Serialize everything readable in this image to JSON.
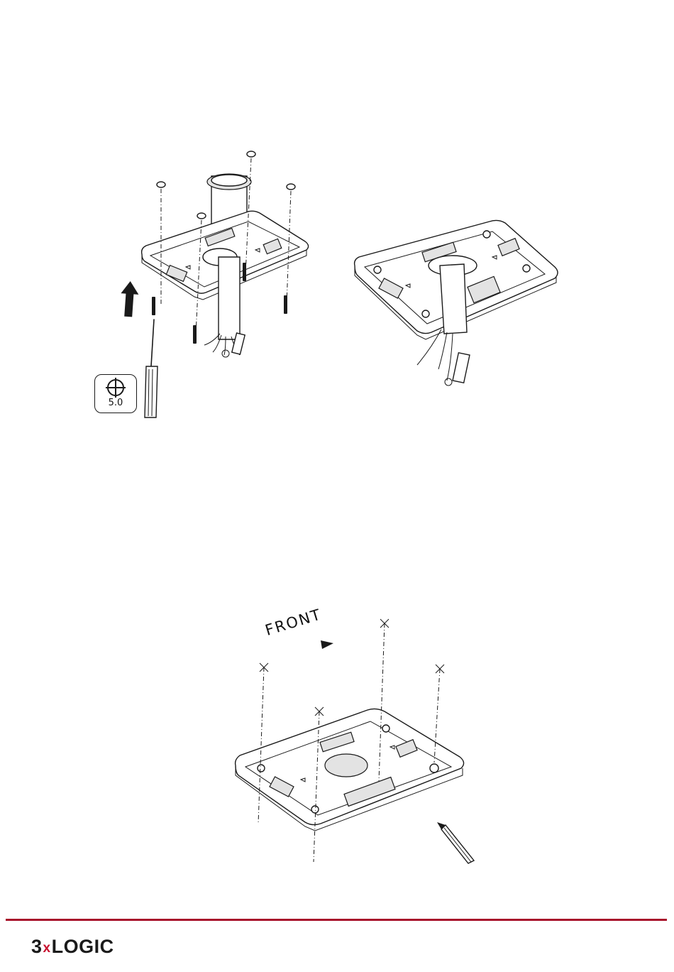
{
  "figure1": {
    "tool_badge": {
      "icon": "phillips-screwdriver-icon",
      "size_label": "5.0"
    }
  },
  "figure2": {
    "direction_label": "FRONT",
    "direction_icon": "triangle-right-icon"
  },
  "footer": {
    "logo_part1": "3",
    "logo_x": "x",
    "logo_part2": "LOGIC",
    "accent_color": "#a8122b"
  }
}
